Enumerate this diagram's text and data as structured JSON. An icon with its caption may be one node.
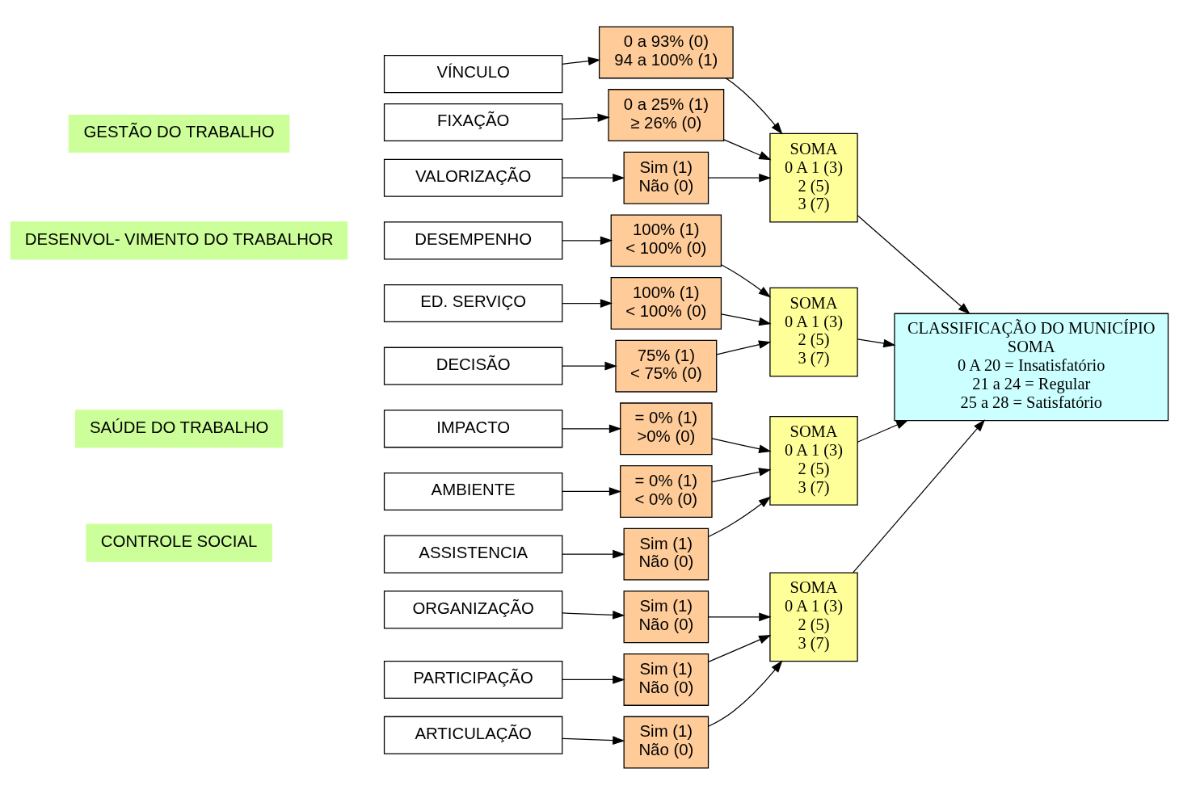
{
  "diagram": {
    "nodes": [
      {
        "text": [
          "GESTÃO DO TRABALHO"
        ]
      },
      {
        "text": [
          "VÍNCULO"
        ]
      },
      {
        "text": [
          "FIXAÇÃO"
        ]
      },
      {
        "text": [
          "VALORIZAÇÃO"
        ]
      },
      {
        "text": [
          "0 a 93% (0)",
          "94 a 100% (1)"
        ]
      },
      {
        "text": [
          "0 a 25% (1)",
          "≥ 26% (0)"
        ]
      },
      {
        "text": [
          "Sim (1)",
          "Não (0)"
        ]
      },
      {
        "text": [
          "SOMA",
          "0 A 1 (3)",
          "2 (5)",
          "3 (7)"
        ]
      },
      {
        "text": [
          "DESENVOL- VIMENTO DO TRABALHOR"
        ]
      },
      {
        "text": [
          "DESEMPENHO"
        ]
      },
      {
        "text": [
          "ED. SERVIÇO"
        ]
      },
      {
        "text": [
          "DECISÃO"
        ]
      },
      {
        "text": [
          "100% (1)",
          "< 100% (0)"
        ]
      },
      {
        "text": [
          "100% (1)",
          "< 100% (0)"
        ]
      },
      {
        "text": [
          "75% (1)",
          "< 75% (0)"
        ]
      },
      {
        "text": [
          "SOMA",
          "0 A 1 (3)",
          "2 (5)",
          "3 (7)"
        ]
      },
      {
        "text": [
          "SAÚDE DO TRABALHO"
        ]
      },
      {
        "text": [
          "IMPACTO"
        ]
      },
      {
        "text": [
          "AMBIENTE"
        ]
      },
      {
        "text": [
          "ASSISTENCIA"
        ]
      },
      {
        "text": [
          "= 0% (1)",
          ">0% (0)"
        ]
      },
      {
        "text": [
          "= 0% (1)",
          "< 0% (0)"
        ]
      },
      {
        "text": [
          "Sim (1)",
          "Não (0)"
        ]
      },
      {
        "text": [
          "SOMA",
          "0 A 1 (3)",
          "2 (5)",
          "3 (7)"
        ]
      },
      {
        "text": [
          "CONTROLE SOCIAL"
        ]
      },
      {
        "text": [
          "ORGANIZAÇÃO"
        ]
      },
      {
        "text": [
          "PARTICIPAÇÃO"
        ]
      },
      {
        "text": [
          "ARTICULAÇÃO"
        ]
      },
      {
        "text": [
          "Sim (1)",
          "Não (0)"
        ]
      },
      {
        "text": [
          "Sim (1)",
          "Não (0)"
        ]
      },
      {
        "text": [
          "Sim (1)",
          "Não (0)"
        ]
      },
      {
        "text": [
          "SOMA",
          "0 A 1 (3)",
          "2 (5)",
          "3 (7)"
        ]
      },
      {
        "text": [
          "CLASSIFICAÇÃO DO MUNICÍPIO",
          "SOMA",
          "0 A 20 = Insatisfatório",
          "21 a 24 = Regular",
          "25 a 28 = Satisfatório"
        ]
      }
    ],
    "edges": [
      {
        "from": 1,
        "to": 4,
        "arrow": "to"
      },
      {
        "from": 2,
        "to": 5,
        "arrow": "to"
      },
      {
        "from": 3,
        "to": 6,
        "arrow": "to"
      },
      {
        "from": 4,
        "to": 7,
        "arrow": "to"
      },
      {
        "from": 5,
        "to": 7,
        "arrow": "to"
      },
      {
        "from": 6,
        "to": 7,
        "arrow": "to"
      },
      {
        "from": 9,
        "to": 12,
        "arrow": "to"
      },
      {
        "from": 10,
        "to": 13,
        "arrow": "to"
      },
      {
        "from": 11,
        "to": 14,
        "arrow": "to"
      },
      {
        "from": 12,
        "to": 15,
        "arrow": "to"
      },
      {
        "from": 13,
        "to": 15,
        "arrow": "to"
      },
      {
        "from": 14,
        "to": 15,
        "arrow": "to"
      },
      {
        "from": 17,
        "to": 20,
        "arrow": "to"
      },
      {
        "from": 18,
        "to": 21,
        "arrow": "to"
      },
      {
        "from": 19,
        "to": 22,
        "arrow": "to"
      },
      {
        "from": 20,
        "to": 23,
        "arrow": "to"
      },
      {
        "from": 21,
        "to": 23,
        "arrow": "to"
      },
      {
        "from": 22,
        "to": 23,
        "arrow": "to"
      },
      {
        "from": 25,
        "to": 28,
        "arrow": "to"
      },
      {
        "from": 26,
        "to": 29,
        "arrow": "to"
      },
      {
        "from": 27,
        "to": 30,
        "arrow": "to"
      },
      {
        "from": 28,
        "to": 31,
        "arrow": "to"
      },
      {
        "from": 29,
        "to": 31,
        "arrow": "to"
      },
      {
        "from": 30,
        "to": 31,
        "arrow": "to"
      },
      {
        "from": 7,
        "to": 32,
        "arrow": "to"
      },
      {
        "from": 15,
        "to": 32,
        "arrow": "to"
      },
      {
        "from": 23,
        "to": 32,
        "arrow": "to"
      },
      {
        "from": 31,
        "to": 32,
        "arrow": "to"
      }
    ]
  }
}
